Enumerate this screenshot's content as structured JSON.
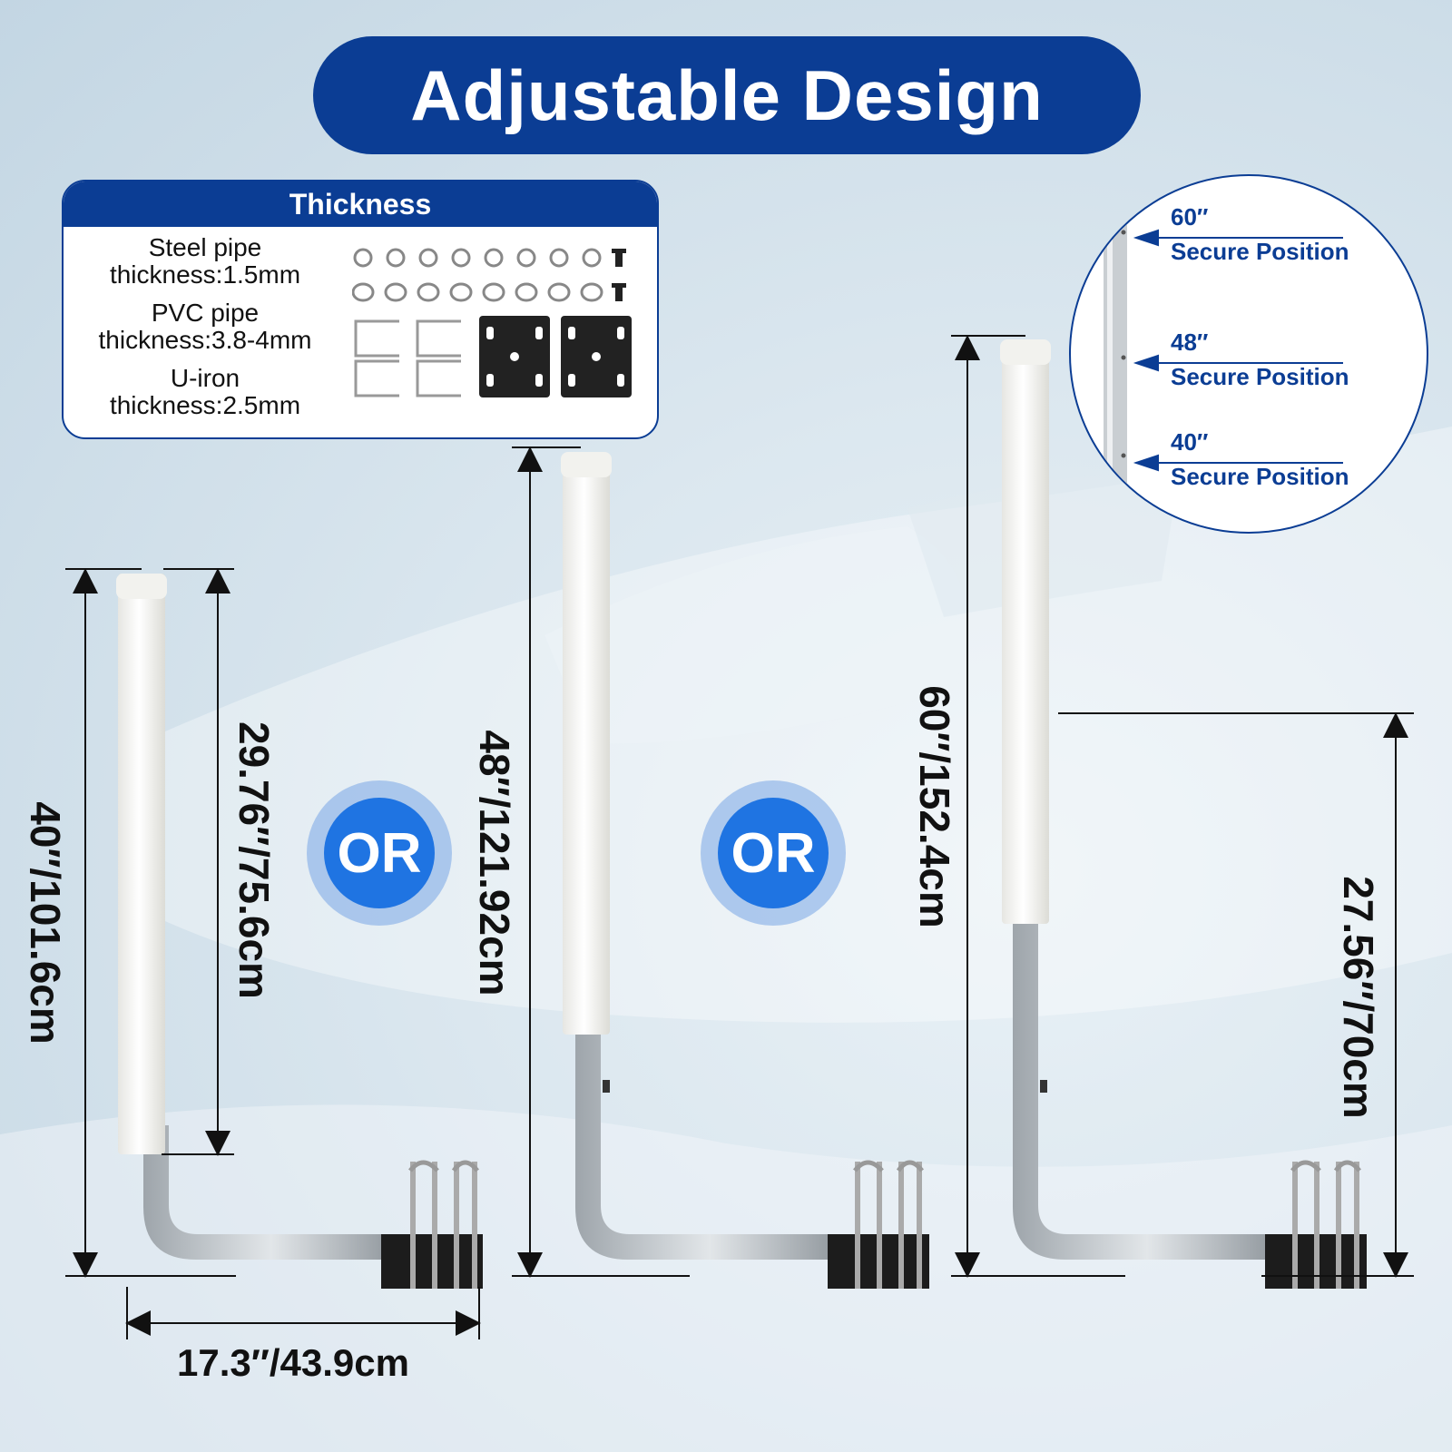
{
  "title": "Adjustable Design",
  "thickness_panel": {
    "heading": "Thickness",
    "specs": [
      {
        "line1": "Steel pipe",
        "line2": "thickness:1.5mm"
      },
      {
        "line1": "PVC pipe",
        "line2": "thickness:3.8-4mm"
      },
      {
        "line1": "U-iron",
        "line2": "thickness:2.5mm"
      }
    ],
    "parts_icon": "hardware-kit-icon"
  },
  "or_labels": [
    "OR",
    "OR"
  ],
  "dimensions": {
    "pole1_total": "40″/101.6cm",
    "pole1_pvc": "29.76″/75.6cm",
    "pole1_base": "17.3″/43.9cm",
    "pole2_total": "48″/121.92cm",
    "pole3_total": "60″/152.4cm",
    "pole3_steel": "27.56″/70cm"
  },
  "secure_positions": {
    "items": [
      {
        "height": "60″",
        "label": "Secure Position"
      },
      {
        "height": "48″",
        "label": "Secure Position"
      },
      {
        "height": "40″",
        "label": "Secure Position"
      }
    ]
  },
  "colors": {
    "brand_blue": "#0b3d94",
    "or_blue": "#1f74e2"
  }
}
